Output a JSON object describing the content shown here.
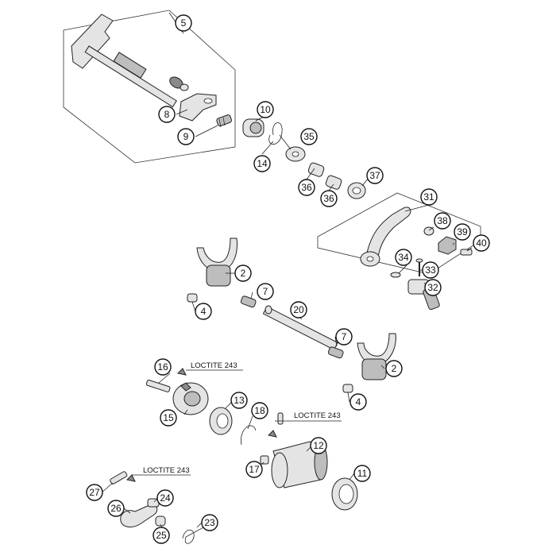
{
  "callouts": {
    "p5": "5",
    "p8": "8",
    "p9": "9",
    "p10": "10",
    "p14": "14",
    "p35": "35",
    "p36a": "36",
    "p36b": "36",
    "p37": "37",
    "p31": "31",
    "p38": "38",
    "p39": "39",
    "p40": "40",
    "p34": "34",
    "p33": "33",
    "p32": "32",
    "p2a": "2",
    "p7a": "7",
    "p4a": "4",
    "p20": "20",
    "p7b": "7",
    "p2b": "2",
    "p4b": "4",
    "p16": "16",
    "p13": "13",
    "p15": "15",
    "p18": "18",
    "p12": "12",
    "p17": "17",
    "p11": "11",
    "p27": "27",
    "p26": "26",
    "p24": "24",
    "p25": "25",
    "p23": "23"
  },
  "notes": {
    "loctite_a": "LOCTITE 243",
    "loctite_b": "LOCTITE 243",
    "loctite_c": "LOCTITE 243"
  },
  "colors": {
    "line": "#222222",
    "part_fill": "#e4e4e4",
    "part_dark": "#8a8a8a",
    "background": "#ffffff"
  }
}
